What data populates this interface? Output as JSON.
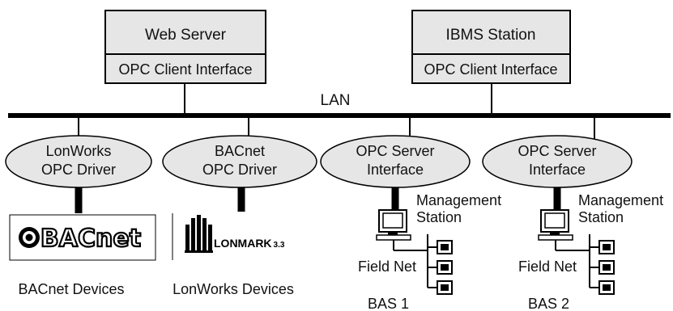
{
  "servers": [
    {
      "title": "Web Server",
      "interface": "OPC Client Interface"
    },
    {
      "title": "IBMS Station",
      "interface": "OPC Client Interface"
    }
  ],
  "lan_label": "LAN",
  "drivers": [
    {
      "line1": "LonWorks",
      "line2": "OPC Driver"
    },
    {
      "line1": "BACnet",
      "line2": "OPC Driver"
    },
    {
      "line1": "OPC Server",
      "line2": "Interface"
    },
    {
      "line1": "OPC Server",
      "line2": "Interface"
    }
  ],
  "logos": {
    "bacnet": "BACnet",
    "lonmark": "LONMARK",
    "lonmark_version": "3.3"
  },
  "device_labels": [
    "BACnet Devices",
    "LonWorks Devices"
  ],
  "bas_groups": [
    {
      "station_line1": "Management",
      "station_line2": "Station",
      "field_net": "Field Net",
      "bas": "BAS 1"
    },
    {
      "station_line1": "Management",
      "station_line2": "Station",
      "field_net": "Field Net",
      "bas": "BAS 2"
    }
  ],
  "colors": {
    "box_fill": "#e6e6e6",
    "line": "#000000"
  }
}
